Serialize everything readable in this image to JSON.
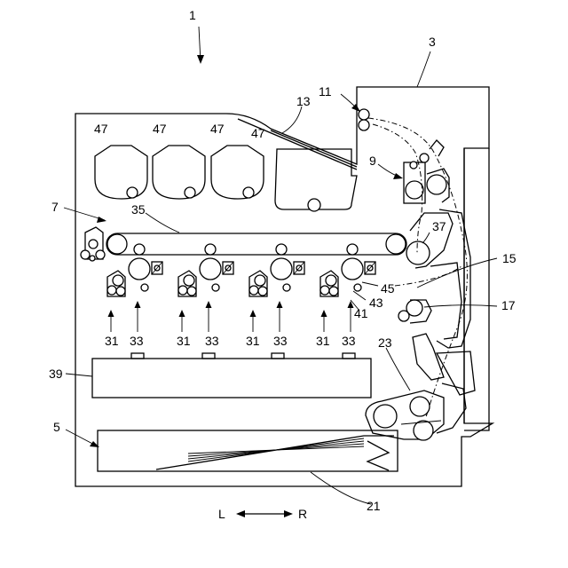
{
  "figure": {
    "main_ref": "1",
    "direction": {
      "left": "L",
      "right": "R"
    },
    "labels": {
      "n3": "3",
      "n5": "5",
      "n7": "7",
      "n9": "9",
      "n11": "11",
      "n13": "13",
      "n15": "15",
      "n17": "17",
      "n21": "21",
      "n23": "23",
      "n35": "35",
      "n37": "37",
      "n39": "39",
      "n41": "41",
      "n43": "43",
      "n45": "45",
      "toner": [
        "47",
        "47",
        "47",
        "47"
      ],
      "unit31": [
        "31",
        "31",
        "31",
        "31"
      ],
      "unit33": [
        "33",
        "33",
        "33",
        "33"
      ]
    }
  }
}
